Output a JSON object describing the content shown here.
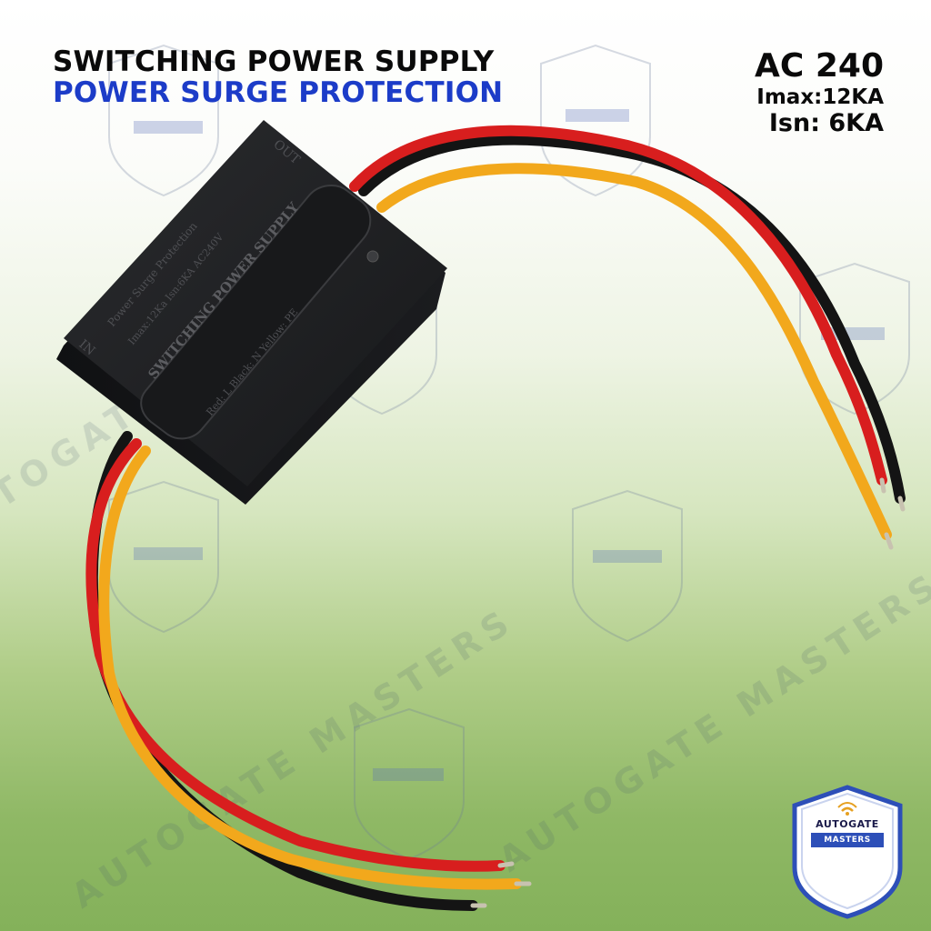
{
  "header": {
    "title_line1": "SWITCHING POWER SUPPLY",
    "title_line2": "POWER SURGE PROTECTION"
  },
  "specs": {
    "voltage": "AC 240",
    "imax": "Imax:12KA",
    "isn": "Isn: 6KA"
  },
  "device": {
    "label_main": "SWITCHING POWER SUPPLY",
    "label_line1": "Power Surge Protection",
    "label_line2": "Imax:12Ka Isn:6KA AC240V",
    "label_line3": "Red: L  Black: N  Yellow: PE",
    "side_out": "OUT",
    "side_in": "IN"
  },
  "brand": {
    "logo_line1": "AUTOGATE",
    "logo_line2": "MASTERS",
    "watermark_text": "AUTOGATE MASTERS"
  },
  "colors": {
    "title_primary": "#0a0a0a",
    "title_accent": "#1c3cc8",
    "wire_red": "#d81e1e",
    "wire_black": "#141414",
    "wire_yellow": "#f2a81c",
    "device_body": "#1e1f21",
    "logo_blue": "#2d4fb8"
  }
}
